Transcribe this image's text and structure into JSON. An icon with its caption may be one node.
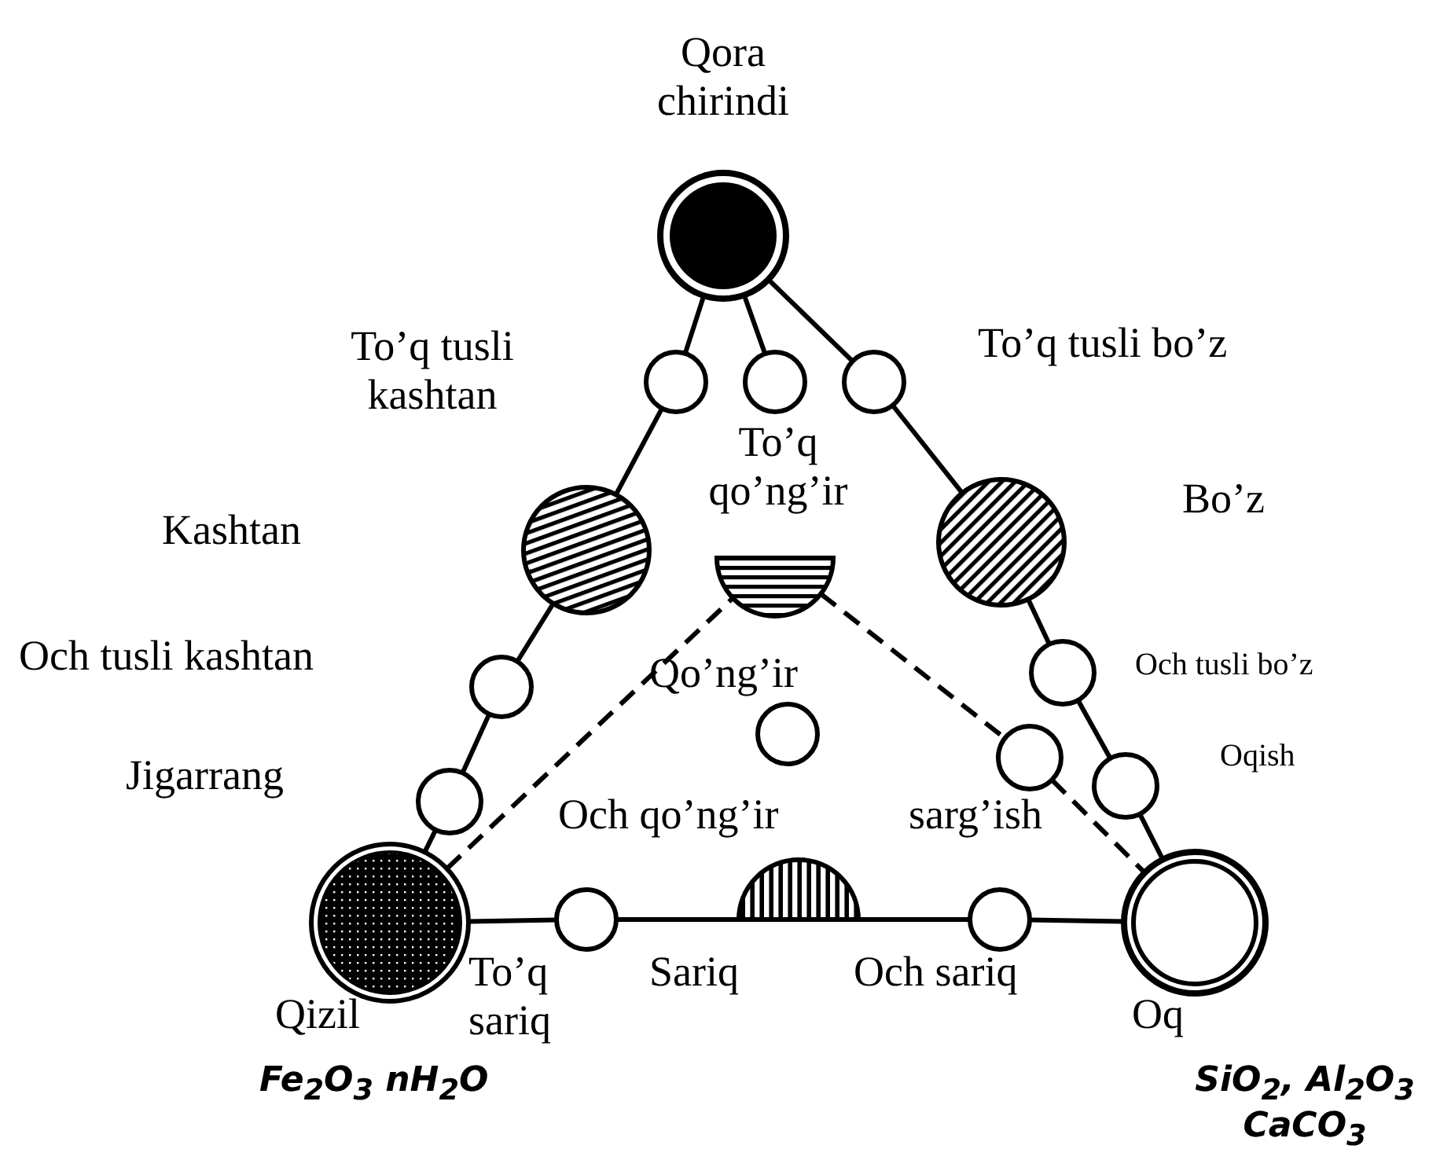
{
  "diagram": {
    "nodes": [
      {
        "text": [],
        "shape": "circle",
        "beside": [
          "Qora chirindi"
        ]
      },
      {
        "text": [],
        "shape": "circle"
      },
      {
        "text": [],
        "shape": "circle"
      },
      {
        "text": [],
        "shape": "circle",
        "beside": [
          "To’q tusli bo’z"
        ]
      },
      {
        "text": [],
        "shape": "circle"
      },
      {
        "text": [],
        "shape": "semicircle"
      },
      {
        "text": [],
        "shape": "circle",
        "beside": [
          "Bo’z"
        ]
      },
      {
        "text": [],
        "shape": "circle",
        "beside": [
          "Och tusli bo’z"
        ]
      },
      {
        "text": [],
        "shape": "circle",
        "beside": [
          "Och tusli kashtan"
        ]
      },
      {
        "text": [],
        "shape": "circle",
        "beside": [
          "Qo’ng’ir"
        ]
      },
      {
        "text": [],
        "shape": "circle"
      },
      {
        "text": [],
        "shape": "circle",
        "beside": [
          "Oqish"
        ]
      },
      {
        "text": [],
        "shape": "circle"
      },
      {
        "text": [],
        "shape": "circle",
        "beside": [
          "Qizil",
          "Fe$_{2}$O$_{3}$ nH$_{2}$O"
        ]
      },
      {
        "text": [],
        "shape": "circle",
        "beside": [
          "To’q sariq"
        ]
      },
      {
        "text": [],
        "shape": "semicircle",
        "beside": [
          "Sariq"
        ]
      },
      {
        "text": [],
        "shape": "circle",
        "beside": [
          "Och sariq"
        ]
      },
      {
        "text": [],
        "shape": "circle",
        "beside": [
          "Oq",
          "SiO$_{2}$, Al$_{2}$O$_{3}$ CaCO$_{3}$"
        ]
      }
    ],
    "edges": [
      {
        "from": 0,
        "to": 1,
        "arrow": "none"
      },
      {
        "from": 0,
        "to": 2,
        "arrow": "none"
      },
      {
        "from": 0,
        "to": 3,
        "arrow": "none"
      },
      {
        "from": 1,
        "to": 4,
        "arrow": "none"
      },
      {
        "from": 4,
        "to": 8,
        "arrow": "none"
      },
      {
        "from": 8,
        "to": 12,
        "arrow": "none"
      },
      {
        "from": 12,
        "to": 13,
        "arrow": "none"
      },
      {
        "from": 3,
        "to": 6,
        "arrow": "none"
      },
      {
        "from": 6,
        "to": 7,
        "arrow": "none"
      },
      {
        "from": 7,
        "to": 11,
        "arrow": "none"
      },
      {
        "from": 11,
        "to": 17,
        "arrow": "none"
      },
      {
        "from": 13,
        "to": 14,
        "arrow": "none"
      },
      {
        "from": 14,
        "to": 15,
        "arrow": "none"
      },
      {
        "from": 15,
        "to": 16,
        "arrow": "none"
      },
      {
        "from": 16,
        "to": 17,
        "arrow": "none"
      },
      {
        "from": 13,
        "to": 5,
        "arrow": "none",
        "style": "dashed"
      },
      {
        "from": 5,
        "to": 10,
        "arrow": "none",
        "style": "dashed"
      },
      {
        "from": 10,
        "to": 17,
        "arrow": "none",
        "style": "dashed"
      }
    ],
    "labels": [
      "To’q tusli kashtan",
      "To’q qo’ng’ir",
      "Kashtan",
      "Jigarrang",
      "Och qo’ng’ir",
      "sarg’ish"
    ]
  }
}
